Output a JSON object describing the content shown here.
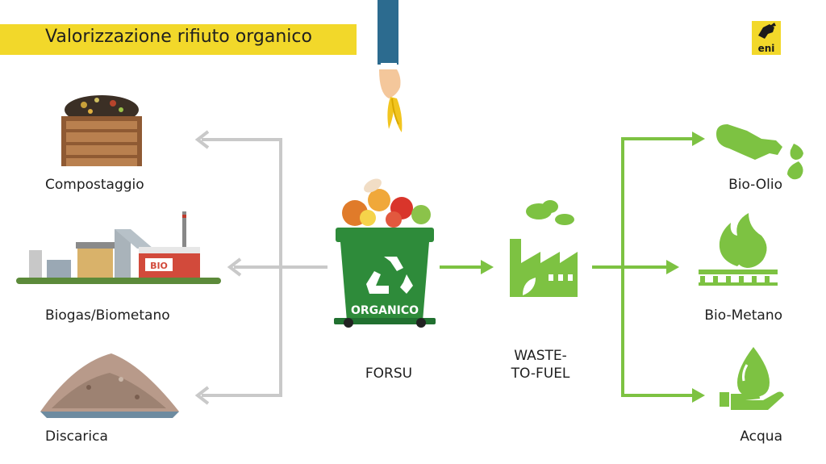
{
  "title": "Valorizzazione rifiuto organico",
  "logo": {
    "text": "eni",
    "color": "#f2d82a"
  },
  "colors": {
    "green": "#7dc242",
    "bin_green": "#2e8b3a",
    "gray_arrow": "#c9c9c9",
    "yellow": "#f2d82a"
  },
  "center": {
    "source_label": "FORSU",
    "bin_text": "ORGANICO",
    "process_label_line1": "WASTE-",
    "process_label_line2": "TO-FUEL"
  },
  "left_outputs": [
    {
      "label": "Compostaggio",
      "icon": "compost-crate-icon"
    },
    {
      "label": "Biogas/Biometano",
      "icon": "biogas-plant-icon"
    },
    {
      "label": "Discarica",
      "icon": "landfill-icon"
    }
  ],
  "right_outputs": [
    {
      "label": "Bio-Olio",
      "icon": "fuel-nozzle-icon"
    },
    {
      "label": "Bio-Metano",
      "icon": "flame-icon"
    },
    {
      "label": "Acqua",
      "icon": "water-drop-hand-icon"
    }
  ]
}
